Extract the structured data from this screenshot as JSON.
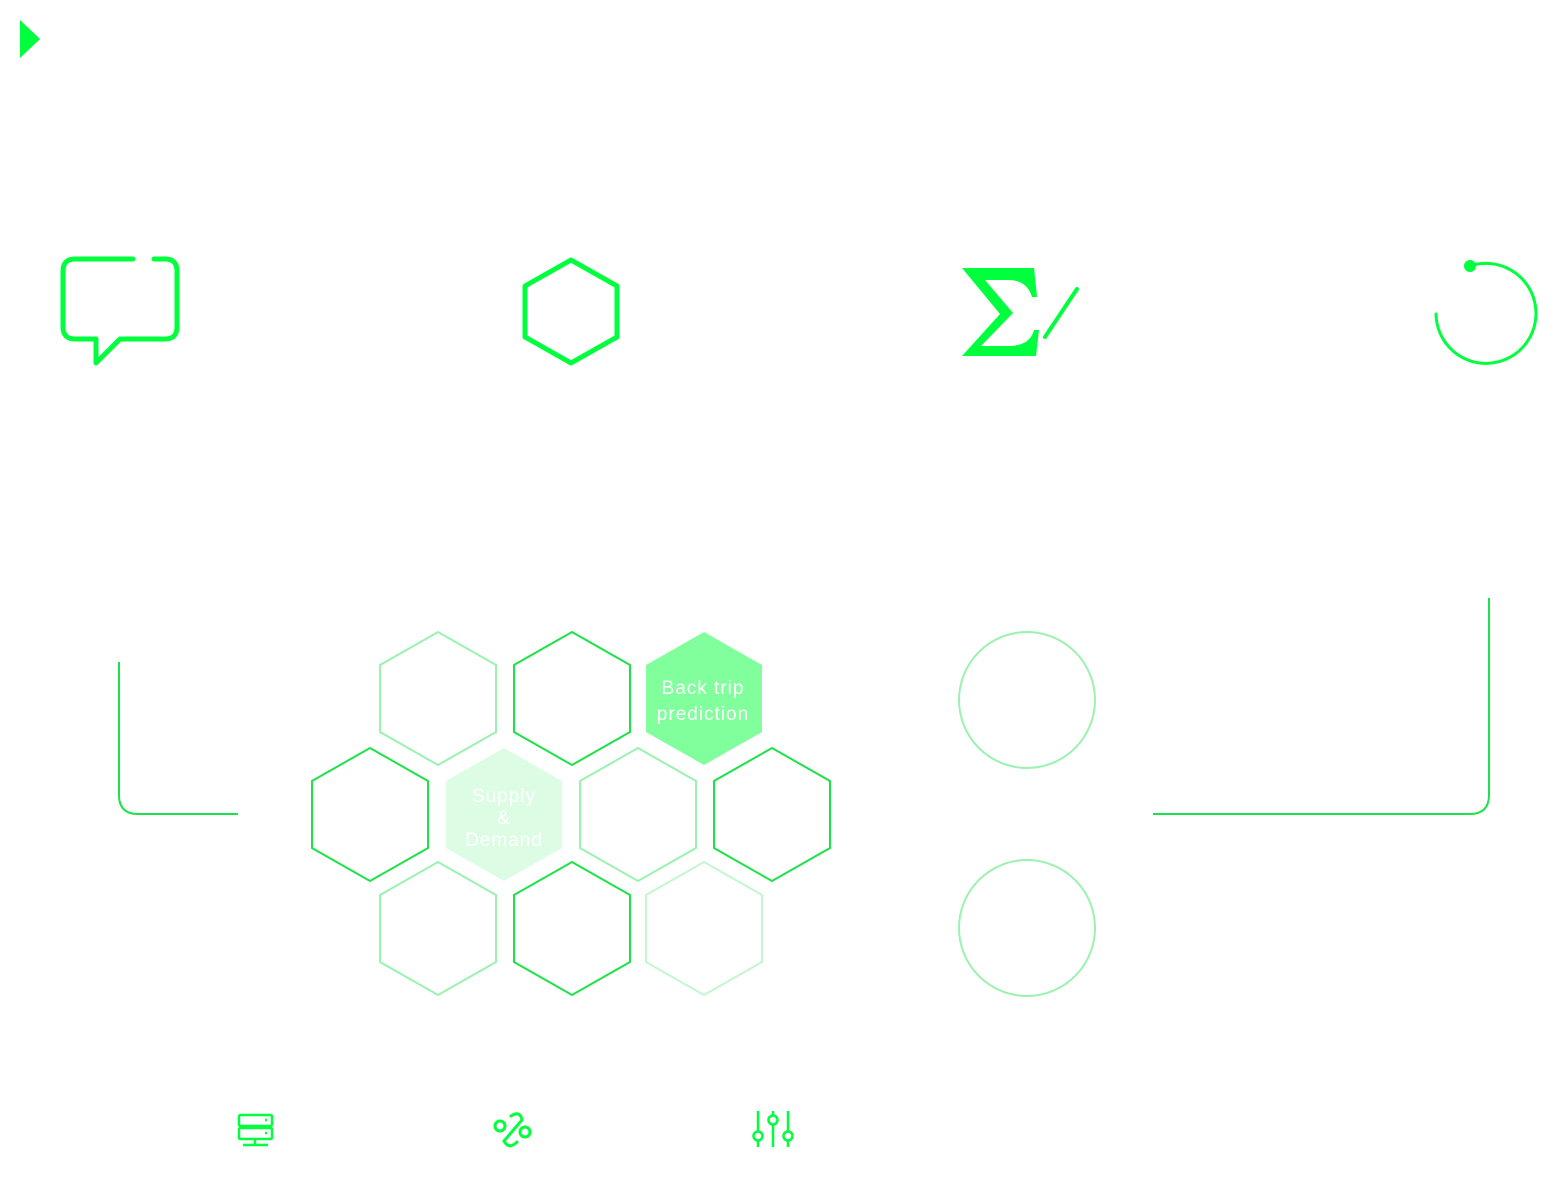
{
  "colors": {
    "accent": "#00ff3c",
    "stroke": "#1ee24a",
    "stroke_light": "#9bf2b0",
    "fill_medium": "#80ff9c",
    "fill_light": "#dcfde3",
    "label": "#ffffff"
  },
  "icons": {
    "top_left": "play-triangle-icon",
    "row": [
      "chat-bubble-icon",
      "hexagon-icon",
      "sigma-slash-icon",
      "loading-arc-icon"
    ],
    "bottom": [
      "server-icon",
      "route-link-icon",
      "sliders-icon"
    ]
  },
  "hex_cells": {
    "back_trip": {
      "lines": [
        "Back trip",
        "prediction"
      ]
    },
    "supply_demand": {
      "lines": [
        "Supply",
        "&",
        "Demand"
      ]
    }
  }
}
